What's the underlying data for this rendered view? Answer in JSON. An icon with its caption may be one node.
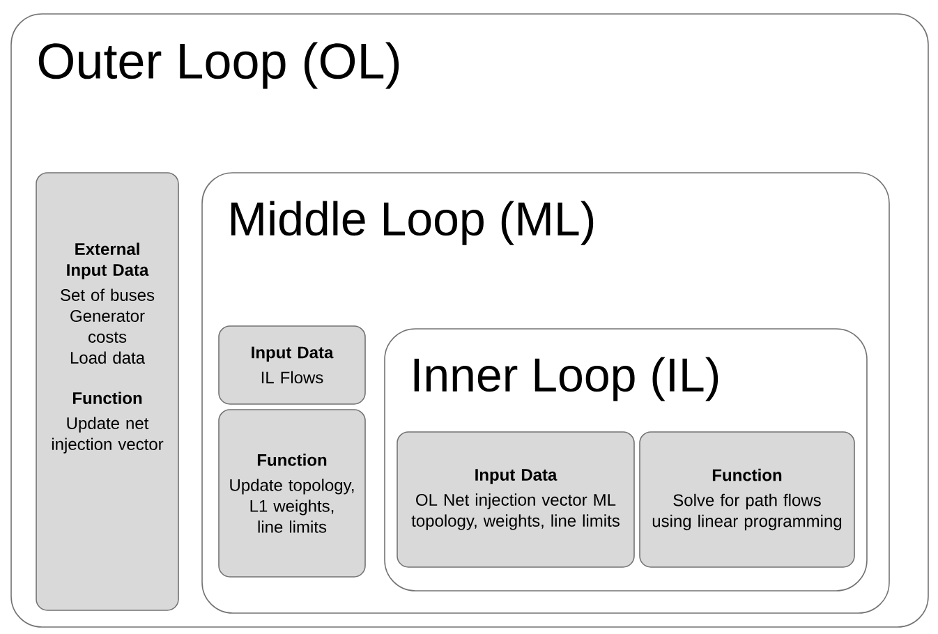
{
  "diagram": {
    "nodes": [
      {
        "text": [
          "Outer Loop (OL)"
        ]
      },
      {
        "text": [
          "External Input Data",
          "Set of buses Generator costs Load data",
          "Function",
          "Update net injection vector"
        ],
        "in": 0
      },
      {
        "text": [
          "Middle Loop (ML)"
        ],
        "in": 0
      },
      {
        "text": [
          "Input Data",
          "IL Flows"
        ],
        "in": 2
      },
      {
        "text": [
          "Function",
          "Update topology, L1 weights, line limits"
        ],
        "in": 2
      },
      {
        "text": [
          "Inner Loop (IL)"
        ],
        "in": 2
      },
      {
        "text": [
          "Input Data",
          "OL Net injection vector ML topology, weights, line limits"
        ],
        "in": 5
      },
      {
        "text": [
          "Function",
          "Solve for path flows using linear programming"
        ],
        "in": 5
      }
    ]
  }
}
